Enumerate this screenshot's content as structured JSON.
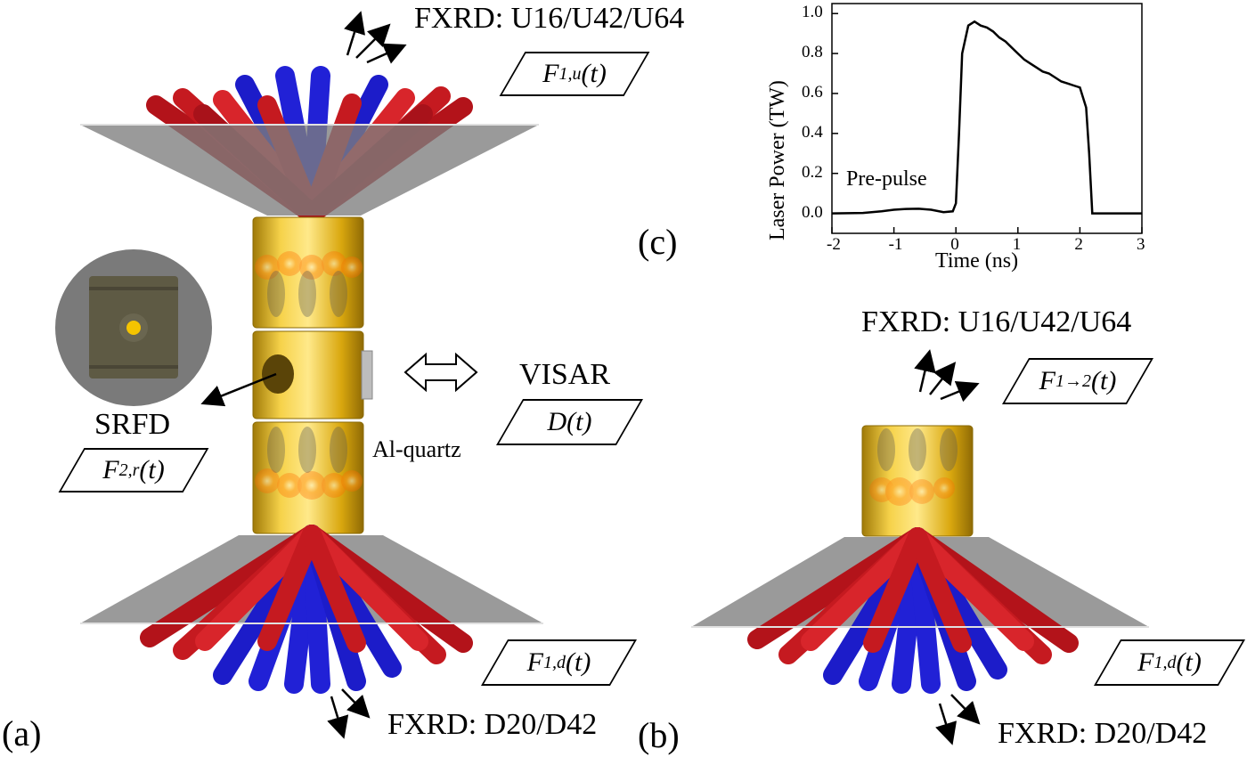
{
  "panel_labels": {
    "a": "(a)",
    "b": "(b)",
    "c": "(c)"
  },
  "labels": {
    "fxrd_upper_a": "FXRD: U16/U42/U64",
    "fxrd_lower_a": "FXRD: D20/D42",
    "fxrd_upper_b": "FXRD: U16/U42/U64",
    "fxrd_lower_b": "FXRD: D20/D42",
    "srfd": "SRFD",
    "visar": "VISAR",
    "al_quartz": "Al-quartz"
  },
  "fluxes": {
    "f1u": {
      "main": "F",
      "sub": "1,u",
      "tail": "(t)"
    },
    "f2r": {
      "main": "F",
      "sub": "2,r",
      "tail": "(t)"
    },
    "dt": {
      "main": "D",
      "sub": "",
      "tail": "(t)"
    },
    "f1d_a": {
      "main": "F",
      "sub": "1,d",
      "tail": "(t)"
    },
    "f12": {
      "main": "F",
      "sub": "1→2",
      "tail": "(t)"
    },
    "f1d_b": {
      "main": "F",
      "sub": "1,d",
      "tail": "(t)"
    }
  },
  "colors": {
    "beam_red": "#c0141a",
    "beam_blue": "#1a1ad0",
    "gold": "#e8b817",
    "plate": "#8a8a8a"
  },
  "chart_data": {
    "type": "line",
    "xlabel": "Time (ns)",
    "ylabel": "Laser Power (TW)",
    "xlim": [
      -2,
      3
    ],
    "ylim": [
      -0.1,
      1.05
    ],
    "xticks": [
      -2,
      -1,
      0,
      1,
      2,
      3
    ],
    "yticks": [
      0.0,
      0.2,
      0.4,
      0.6,
      0.8,
      1.0
    ],
    "xtick_labels": [
      "-2",
      "-1",
      "0",
      "1",
      "2",
      "3"
    ],
    "ytick_labels": [
      "0.0",
      "0.2",
      "0.4",
      "0.6",
      "0.8",
      "1.0"
    ],
    "annotation": "Pre-pulse",
    "series": [
      {
        "x": [
          -2.0,
          -1.5,
          -1.2,
          -1.0,
          -0.8,
          -0.6,
          -0.4,
          -0.2,
          -0.05,
          0.0,
          0.05,
          0.1,
          0.2,
          0.3,
          0.4,
          0.5,
          0.6,
          0.7,
          0.8,
          0.9,
          1.0,
          1.1,
          1.2,
          1.3,
          1.4,
          1.5,
          1.6,
          1.7,
          1.8,
          1.9,
          2.0,
          2.1,
          2.15,
          2.2,
          2.5,
          3.0
        ],
        "y": [
          0.0,
          0.002,
          0.01,
          0.018,
          0.022,
          0.023,
          0.018,
          0.006,
          0.01,
          0.05,
          0.4,
          0.8,
          0.94,
          0.96,
          0.94,
          0.93,
          0.91,
          0.88,
          0.86,
          0.83,
          0.8,
          0.77,
          0.75,
          0.73,
          0.71,
          0.7,
          0.68,
          0.66,
          0.65,
          0.64,
          0.63,
          0.53,
          0.3,
          0.0,
          0.0,
          0.0
        ]
      }
    ]
  }
}
